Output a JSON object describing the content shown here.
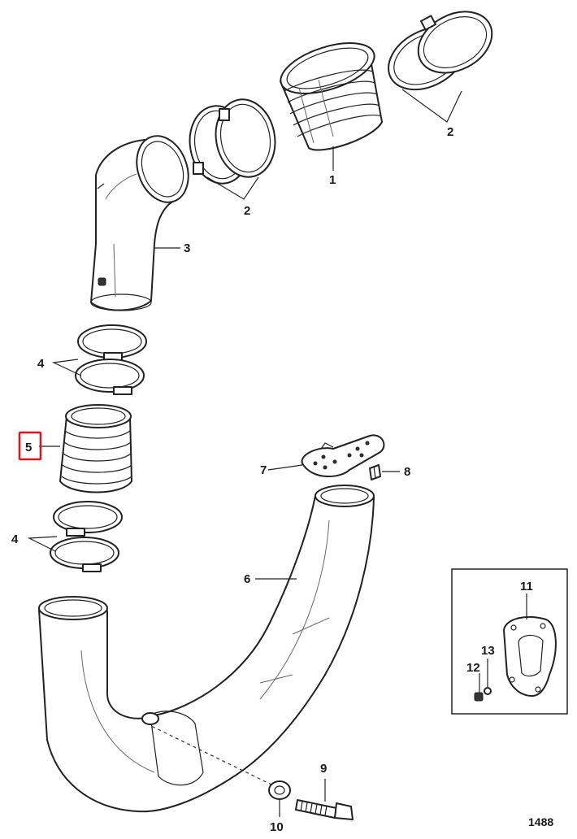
{
  "callouts": {
    "c1": "1",
    "c2a": "2",
    "c2b": "2",
    "c3": "3",
    "c4a": "4",
    "c4b": "4",
    "c5": "5",
    "c6": "6",
    "c7": "7",
    "c8": "8",
    "c9": "9",
    "c10": "10",
    "c11": "11",
    "c12": "12",
    "c13": "13"
  },
  "figure_number": "1488",
  "highlight": {
    "callout": "5",
    "color": "#e0141e"
  }
}
